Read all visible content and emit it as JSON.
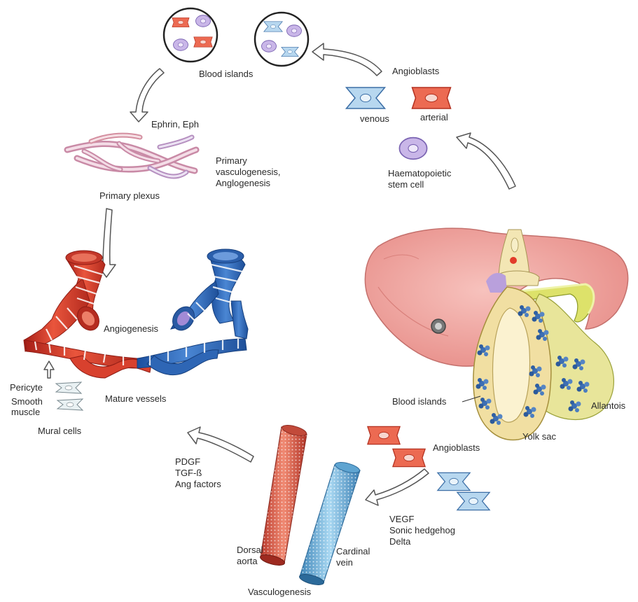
{
  "labels": {
    "blood_islands_top": "Blood islands",
    "angioblasts_top": "Angioblasts",
    "venous": "venous",
    "arterial": "arterial",
    "ephrin_eph": "Ephrin, Eph",
    "primary_vasc": "Primary\nvasculogenesis,\nAnglogenesis",
    "primary_plexus": "Primary plexus",
    "haematopoietic": "Haematopoietic\nstem cell",
    "angiogenesis": "Angiogenesis",
    "mature_vessels": "Mature vessels",
    "pericyte": "Pericyte",
    "smooth_muscle": "Smooth\nmuscle",
    "mural_cells": "Mural cells",
    "blood_islands_embryo": "Blood islands",
    "allantois": "Allantois",
    "yolk_sac": "Yolk sac",
    "angioblasts_bottom": "Angioblasts",
    "growth_factors": "PDGF\nTGF-ß\nAng factors",
    "signals": "VEGF\nSonic hedgehog\nDelta",
    "dorsal_aorta": "Dorsal\naorta",
    "cardinal_vein": "Cardinal\nvein",
    "vasculogenesis": "Vasculogenesis"
  },
  "colors": {
    "arterial": "#e0402a",
    "venous": "#2a62b8",
    "venous_cell": "#b6d6ee",
    "stem_cell": "#c8b6e6",
    "embryo_skin": "#f2a9a4",
    "yolk": "#efe0a3",
    "allantois_green": "#d8e06a",
    "arrow_outline": "#555555"
  }
}
